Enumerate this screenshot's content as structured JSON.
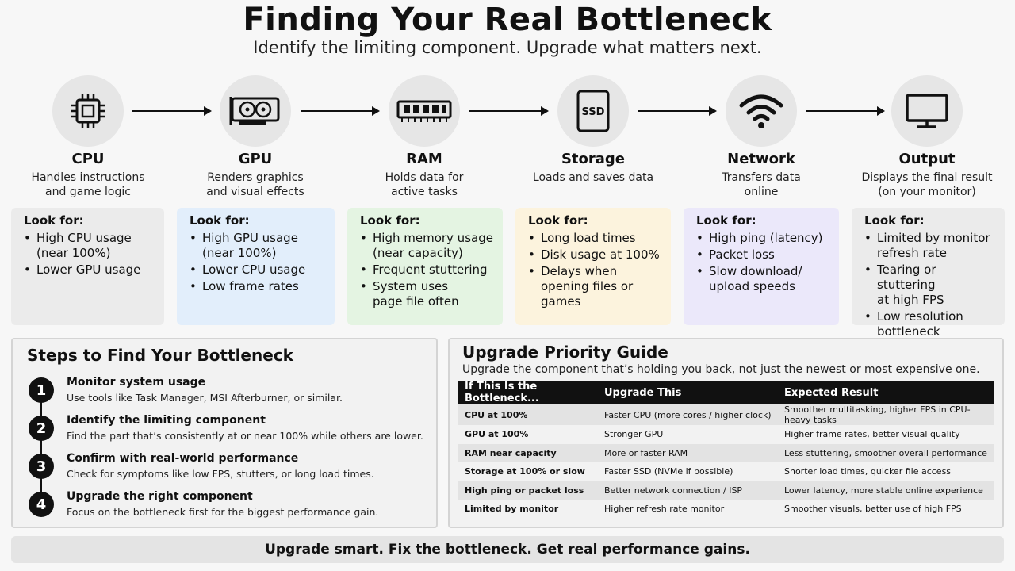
{
  "header": {
    "title": "Finding Your Real Bottleneck",
    "subtitle": "Identify the limiting component. Upgrade what matters next."
  },
  "components": [
    {
      "name": "CPU",
      "desc": "Handles instructions\nand game logic",
      "icon": "cpu-chip-icon"
    },
    {
      "name": "GPU",
      "desc": "Renders graphics\nand visual effects",
      "icon": "graphics-card-icon"
    },
    {
      "name": "RAM",
      "desc": "Holds data for\nactive tasks",
      "icon": "memory-module-icon"
    },
    {
      "name": "Storage",
      "desc": "Loads and saves data",
      "icon": "ssd-icon",
      "icon_label": "SSD"
    },
    {
      "name": "Network",
      "desc": "Transfers data\nonline",
      "icon": "wifi-icon"
    },
    {
      "name": "Output",
      "desc": "Displays the final result\n(on your monitor)",
      "icon": "monitor-icon"
    }
  ],
  "look_for": {
    "heading": "Look for:",
    "boxes": [
      {
        "color": "#ebebeb",
        "items": [
          "High CPU usage\n(near 100%)",
          "Lower GPU usage"
        ]
      },
      {
        "color": "#e2eefb",
        "items": [
          "High GPU usage\n(near 100%)",
          "Lower CPU usage",
          "Low frame rates"
        ]
      },
      {
        "color": "#e4f4e2",
        "items": [
          "High memory usage\n(near capacity)",
          "Frequent stuttering",
          "System uses\npage file often"
        ]
      },
      {
        "color": "#fcf3dd",
        "items": [
          "Long load times",
          "Disk usage at 100%",
          "Delays when\nopening files or\ngames"
        ]
      },
      {
        "color": "#ebe8fa",
        "items": [
          "High ping (latency)",
          "Packet loss",
          "Slow download/\nupload speeds"
        ]
      },
      {
        "color": "#ebebeb",
        "items": [
          "Limited by monitor\nrefresh rate",
          "Tearing or stuttering\nat high FPS",
          "Low resolution\nbottleneck"
        ]
      }
    ]
  },
  "steps": {
    "title": "Steps to Find Your Bottleneck",
    "items": [
      {
        "num": "1",
        "title": "Monitor system usage",
        "desc": "Use tools like Task Manager, MSI Afterburner, or similar."
      },
      {
        "num": "2",
        "title": "Identify the limiting component",
        "desc": "Find the part that’s consistently at or near 100% while others are lower."
      },
      {
        "num": "3",
        "title": "Confirm with real-world performance",
        "desc": "Check for symptoms like low FPS, stutters, or long load times."
      },
      {
        "num": "4",
        "title": "Upgrade the right component",
        "desc": "Focus on the bottleneck first for the biggest performance gain."
      }
    ]
  },
  "guide": {
    "title": "Upgrade Priority Guide",
    "subtitle": "Upgrade the component that’s holding you back, not just the newest or most expensive one.",
    "columns": [
      "If This Is the Bottleneck...",
      "Upgrade This",
      "Expected Result"
    ],
    "rows": [
      [
        "CPU at 100%",
        "Faster CPU (more cores / higher clock)",
        "Smoother multitasking, higher FPS in CPU-heavy tasks"
      ],
      [
        "GPU at 100%",
        "Stronger GPU",
        "Higher frame rates, better visual quality"
      ],
      [
        "RAM near capacity",
        "More or faster RAM",
        "Less stuttering, smoother overall performance"
      ],
      [
        "Storage at 100% or slow",
        "Faster SSD (NVMe if possible)",
        "Shorter load times, quicker file access"
      ],
      [
        "High ping or packet loss",
        "Better network connection / ISP",
        "Lower latency, more stable online experience"
      ],
      [
        "Limited by monitor",
        "Higher refresh rate monitor",
        "Smoother visuals, better use of high FPS"
      ]
    ]
  },
  "footer": {
    "text": "Upgrade smart. Fix the bottleneck. Get real performance gains."
  }
}
